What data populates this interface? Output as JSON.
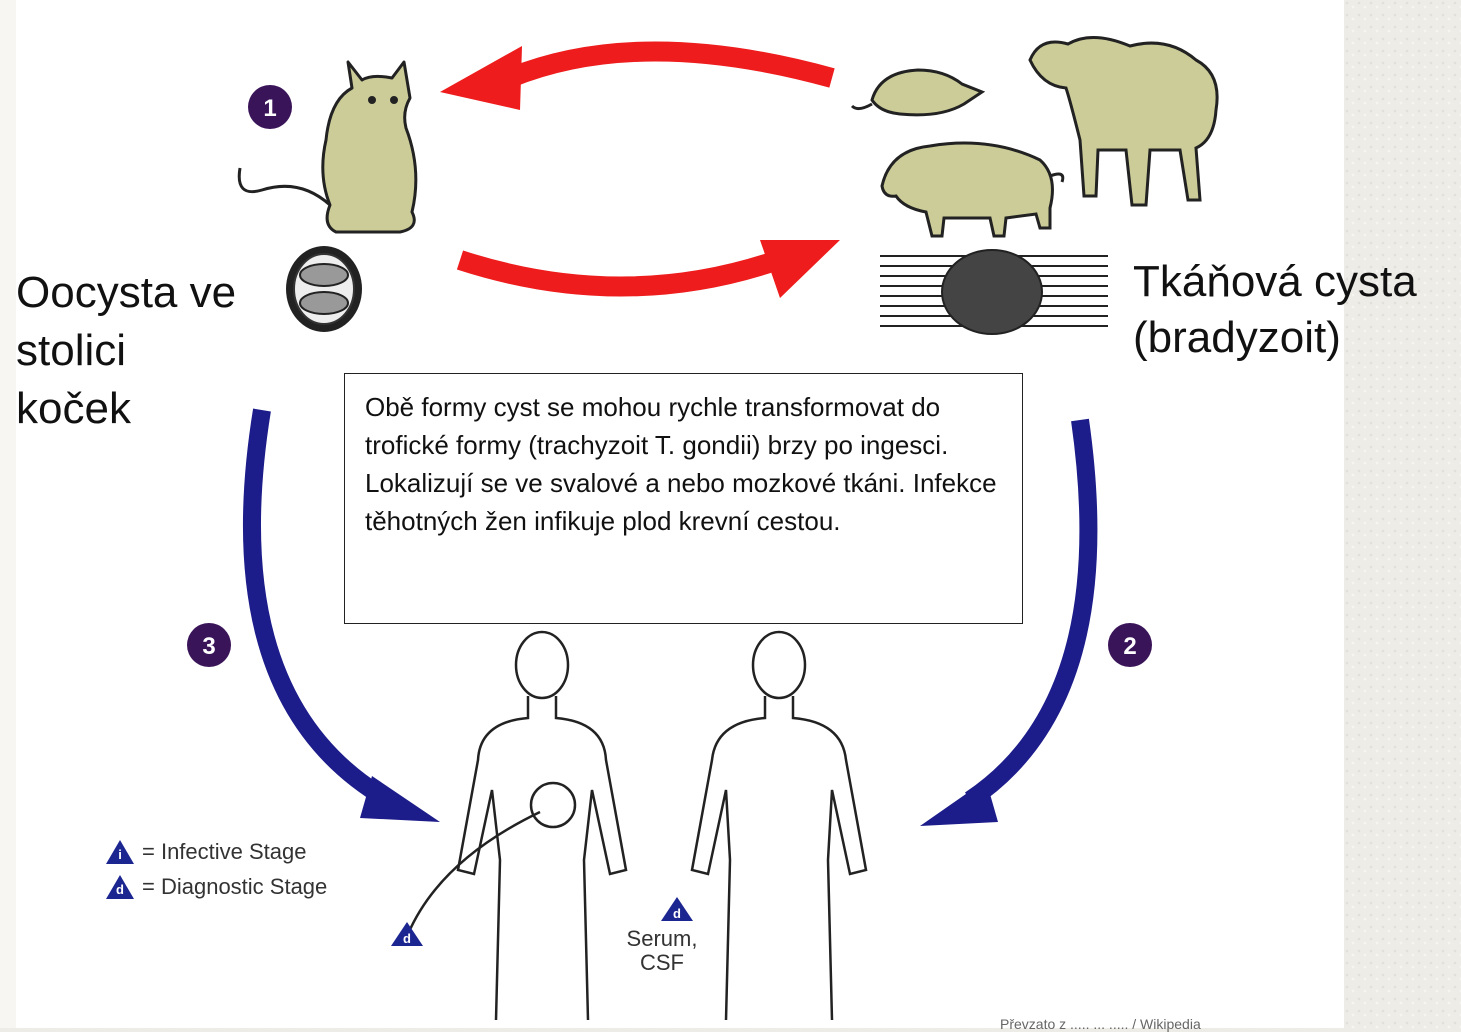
{
  "labels": {
    "oocyst_line1": "Oocysta ve",
    "oocyst_line2": "stolici",
    "oocyst_line3": "koček",
    "tissue_line1": "Tkáňová cysta",
    "tissue_line2": "(bradyzoit)"
  },
  "info_box": {
    "text": "Obě formy cyst se mohou rychle transformovat do trofické formy (trachyzoit T. gondii) brzy po ingesci. Lokalizují se ve svalové a nebo mozkové tkáni. Infekce těhotných žen infikuje plod krevní cestou."
  },
  "steps": [
    "1",
    "2",
    "3"
  ],
  "legend": {
    "infective": {
      "symbol": "i",
      "text": "= Infective Stage"
    },
    "diagnostic": {
      "symbol": "d",
      "text": "= Diagnostic Stage"
    }
  },
  "diagnostic_markers": {
    "symbol": "d",
    "serum_line1": "Serum,",
    "serum_line2": "CSF"
  },
  "footer": "Převzato z ..... ... ..... / Wikipedia",
  "colors": {
    "red_arrow": "#ee1c1c",
    "blue_arrow": "#1c1c8a",
    "step_circle": "#3a1459",
    "animal_fill": "#cccc99",
    "legend_triangle": "#1c2690"
  }
}
